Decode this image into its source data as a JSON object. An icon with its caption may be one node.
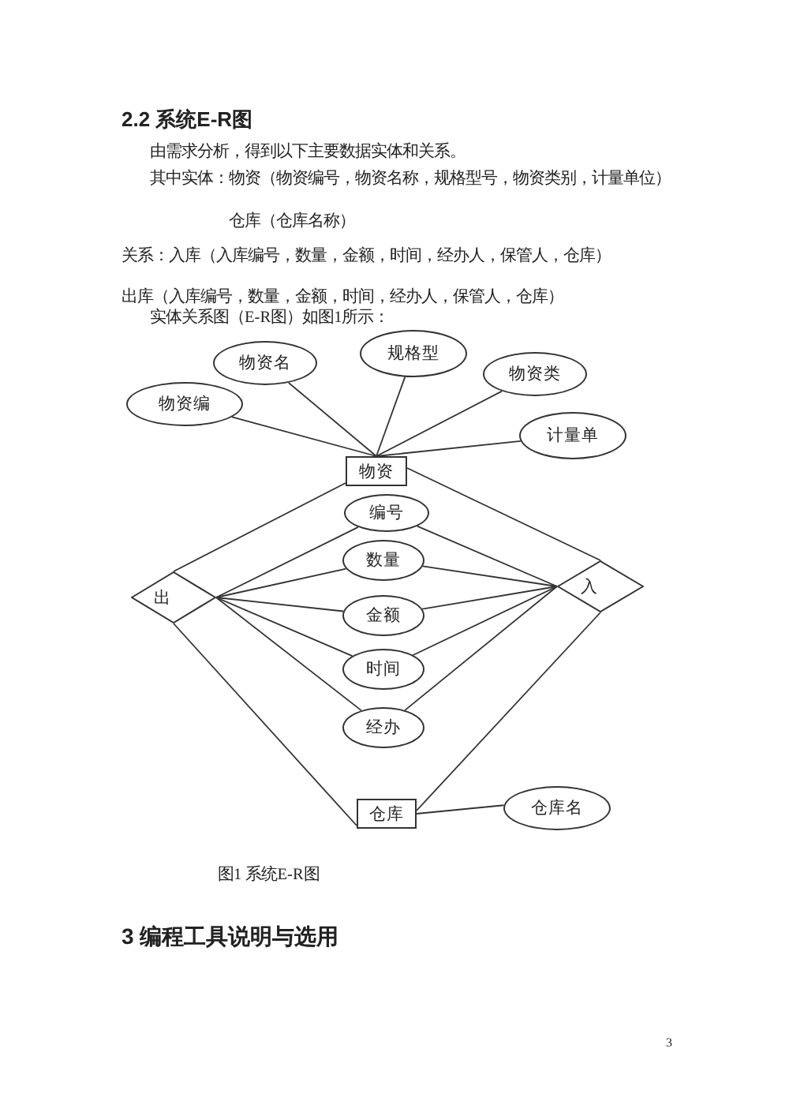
{
  "diagram": {
    "title": "2.2 系统E-R图",
    "caption": "图1 系统E-R图",
    "nodes": [
      {
        "text": [
          "物资编"
        ]
      },
      {
        "text": [
          "物资名"
        ]
      },
      {
        "text": [
          "规格型"
        ]
      },
      {
        "text": [
          "物资类"
        ]
      },
      {
        "text": [
          "计量单"
        ]
      },
      {
        "text": [
          "物资"
        ]
      },
      {
        "text": [
          "出"
        ]
      },
      {
        "text": [
          "编号"
        ]
      },
      {
        "text": [
          "数量"
        ]
      },
      {
        "text": [
          "金额"
        ]
      },
      {
        "text": [
          "时间"
        ]
      },
      {
        "text": [
          "经办"
        ]
      },
      {
        "text": [
          "入"
        ]
      },
      {
        "text": [
          "仓库"
        ]
      },
      {
        "text": [
          "仓库名"
        ]
      }
    ],
    "edges": [
      {
        "from": 0,
        "to": 5,
        "arrow": "none"
      },
      {
        "from": 1,
        "to": 5,
        "arrow": "none"
      },
      {
        "from": 2,
        "to": 5,
        "arrow": "none"
      },
      {
        "from": 3,
        "to": 5,
        "arrow": "none"
      },
      {
        "from": 4,
        "to": 5,
        "arrow": "none"
      },
      {
        "from": 5,
        "to": 6,
        "arrow": "none"
      },
      {
        "from": 5,
        "to": 12,
        "arrow": "none"
      },
      {
        "from": 6,
        "to": 7,
        "arrow": "none"
      },
      {
        "from": 6,
        "to": 8,
        "arrow": "none"
      },
      {
        "from": 6,
        "to": 9,
        "arrow": "none"
      },
      {
        "from": 6,
        "to": 10,
        "arrow": "none"
      },
      {
        "from": 6,
        "to": 11,
        "arrow": "none"
      },
      {
        "from": 12,
        "to": 7,
        "arrow": "none"
      },
      {
        "from": 12,
        "to": 8,
        "arrow": "none"
      },
      {
        "from": 12,
        "to": 9,
        "arrow": "none"
      },
      {
        "from": 12,
        "to": 10,
        "arrow": "none"
      },
      {
        "from": 12,
        "to": 11,
        "arrow": "none"
      },
      {
        "from": 6,
        "to": 13,
        "arrow": "none"
      },
      {
        "from": 12,
        "to": 13,
        "arrow": "none"
      },
      {
        "from": 13,
        "to": 14,
        "arrow": "none"
      }
    ],
    "labels": [
      "由需求分析，得到以下主要数据实体和关系。",
      "其中实体：物资（物资编号，物资名称，规格型号，物资类别，计量单位）",
      "仓库（仓库名称）",
      "关系：入库（入库编号，数量，金额，时间，经办人，保管人，仓库）",
      "出库（入库编号，数量，金额，时间，经办人，保管人，仓库）",
      "实体关系图（E-R图）如图1所示：",
      "3 编程工具说明与选用",
      "3"
    ]
  }
}
